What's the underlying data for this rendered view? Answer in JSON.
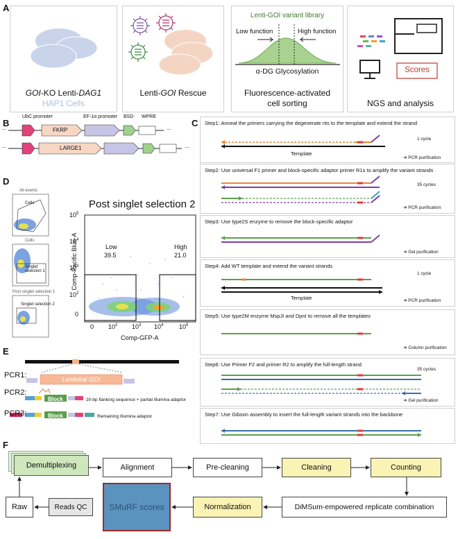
{
  "panels": {
    "a": "A",
    "b": "B",
    "c": "C",
    "d": "D",
    "e": "E",
    "f": "F"
  },
  "panel_a": {
    "card1": {
      "line1_italic": "GOI",
      "line1_mid": "-KO Lenti-",
      "line1_italic2": "DAG1",
      "line2": "HAP1 Cells"
    },
    "card2": {
      "line1_pre": "Lenti-",
      "line1_italic": "GOI",
      "line1_post": " Rescue"
    },
    "card3": {
      "top": "Lenti-GOI variant library",
      "low": "Low function",
      "high": "High function",
      "axis": "α-DG Glycosylation",
      "bottom1": "Fluorescence-activated",
      "bottom2": "cell sorting"
    },
    "card4": {
      "scores": "Scores",
      "bottom": "NGS and analysis"
    },
    "colors": {
      "cells": "#c9d3ea",
      "rescue": "#f4d5c4",
      "curve": "#7cb86a",
      "scores": "#c0392b"
    }
  },
  "panel_b": {
    "labels": {
      "ubc": "UbC promoter",
      "ef1a": "EF-1α promoter",
      "bsd": "BSD",
      "wpre": "WPRE"
    },
    "gene1": "FKRP",
    "gene2": "LARGE1",
    "dots": "..."
  },
  "panel_c": {
    "steps": [
      {
        "text": "Step1: Anneal the primers carrying the degenerate nts to the template and extend the strand",
        "cycles": "1 cycle",
        "note": "PCR purification",
        "template": "Template"
      },
      {
        "text": "Step2: Use universal F1 primer and block-specific adaptor primer R1s to amplify the variant strands",
        "cycles": "35 cycles",
        "note": "PCR purification"
      },
      {
        "text": "Step3: Use type2S enzyme to remove the block-specific adaptor",
        "note": "Gel purification"
      },
      {
        "text": "Step4: Add WT template and extend the variant strands",
        "cycles": "1 cycle",
        "note": "PCR purification",
        "template": "Template"
      },
      {
        "text": "Step5: Use type2M enzyme MspJI and DpnI to remove all the templates",
        "note": "Column purification"
      },
      {
        "text": "Step6: Use Primer F2 and primer R2 to amplify the full-length strand",
        "cycles": "35 cycles",
        "note": "Gel purification"
      },
      {
        "text": "Step7: Use Gibson assembly to insert the full-length variant strands into the backbone"
      }
    ]
  },
  "panel_d": {
    "small_titles": [
      "All events",
      "Cells",
      "Post singlet selection 1"
    ],
    "small_gates": [
      "Cells",
      "Singlet selection 1",
      "Singlet selection 2"
    ],
    "title": "Post singlet selection 2",
    "low_label": "Low",
    "low_value": "39.5",
    "high_label": "High",
    "high_value": "21.0",
    "xlabel": "Comp-GFP-A",
    "ylabel": "Comp-Pacific Blue-A",
    "xticks": [
      "0",
      "10",
      "10",
      "10",
      "10"
    ],
    "xtick_exp": [
      "",
      "2",
      "3",
      "4",
      "5"
    ],
    "yticks": [
      "10",
      "10",
      "10",
      "10",
      "0"
    ],
    "ytick_exp": [
      "5",
      "4",
      "3",
      "2",
      ""
    ]
  },
  "panel_e": {
    "pcr1": "PCR1:",
    "pcr2": "PCR2:",
    "pcr3": "PCR3:",
    "lentiviral": "Lentiviral GOI",
    "block": "Block",
    "note2": "20-bp flanking sequence + partial Illumina adaptor",
    "note3": "Remaining Illumina adaptor"
  },
  "panel_f": {
    "demultiplexing": "Demultiplexing",
    "alignment": "Alignment",
    "precleaning": "Pre-cleaning",
    "cleaning": "Cleaning",
    "counting": "Counting",
    "raw": "Raw",
    "readsqc": "Reads QC",
    "smurf": "SMuRF scores",
    "normalization": "Normalization",
    "dimsum": "DiMSum-empowered replicate combination"
  }
}
